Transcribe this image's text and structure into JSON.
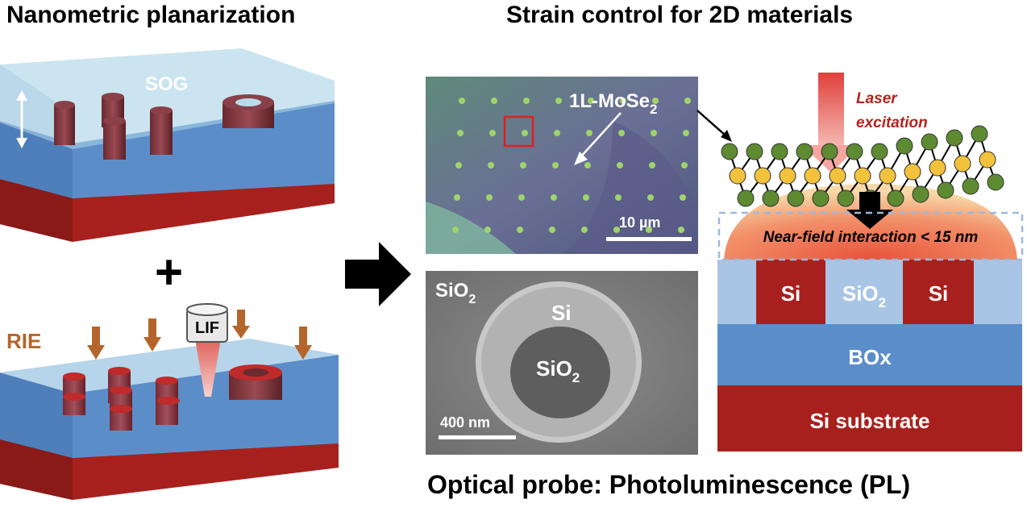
{
  "left": {
    "title": "Nanometric planarization",
    "top_block": {
      "layer_label": "SOG"
    },
    "plus": "+",
    "bottom_block": {
      "process_label": "RIE",
      "probe_label": "LIF"
    }
  },
  "right": {
    "title": "Strain control for 2D materials",
    "optical_image": {
      "label_main": "1L-MoSe",
      "label_sub": "2",
      "scale_label": "10 µm"
    },
    "sem_image": {
      "corner_main": "SiO",
      "corner_sub": "2",
      "ring_label": "Si",
      "core_main": "SiO",
      "core_sub": "2",
      "scale_label": "400 nm"
    },
    "schematic": {
      "laser_line1": "Laser",
      "laser_line2": "excitation",
      "nearfield_label": "Near-field interaction < 15 nm",
      "si_left": "Si",
      "sio2_main": "SiO",
      "sio2_sub": "2",
      "si_right": "Si",
      "box_label": "BOx",
      "substrate_label": "Si substrate"
    },
    "caption": "Optical probe: Photoluminescence (PL)"
  },
  "colors": {
    "silicon_red": "#a8201d",
    "box_blue": "#5b8ec9",
    "oxide_light": "#a9c5e6",
    "rie_arrow": "#b5652b",
    "laser_text": "#b3231e"
  }
}
